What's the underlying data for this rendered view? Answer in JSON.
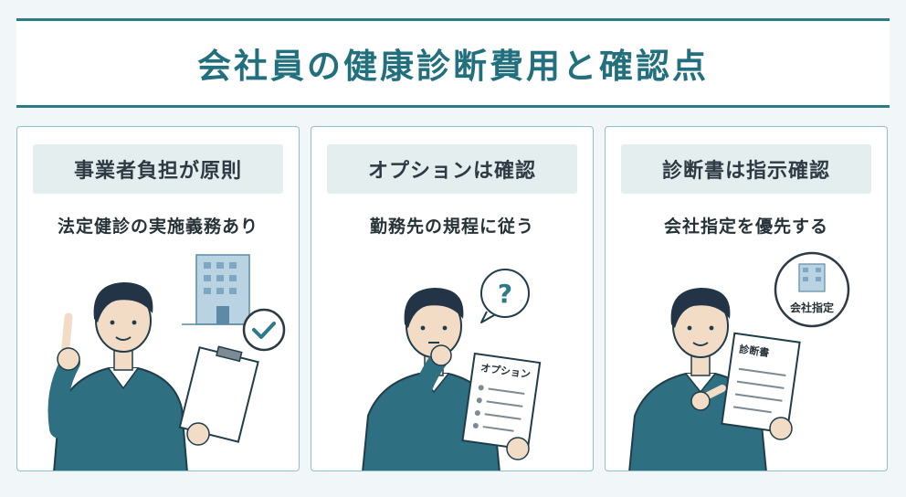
{
  "title": "会社員の健康診断費用と確認点",
  "cards": [
    {
      "heading": "事業者負担が原則",
      "subtitle": "法定健診の実施義務あり"
    },
    {
      "heading": "オプションは確認",
      "subtitle": "勤務先の規程に従う",
      "document_label": "オプション",
      "question_mark": "?"
    },
    {
      "heading": "診断書は指示確認",
      "subtitle": "会社指定を優先する",
      "document_label": "診断書",
      "badge_label": "会社指定"
    }
  ],
  "colors": {
    "accent": "#2c7a88",
    "sweater": "#2e6f82",
    "hair": "#243447",
    "skin": "#f3dcc6"
  }
}
